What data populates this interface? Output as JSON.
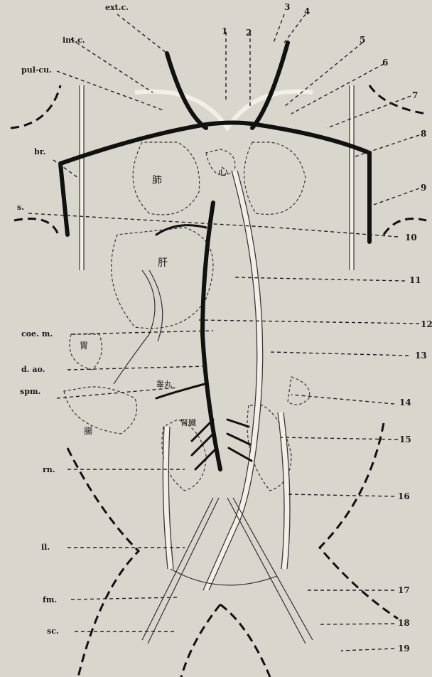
{
  "left_labels": {
    "ext_c": "ext.c.",
    "int_c": "int.c.",
    "pul_cu": "pul-cu.",
    "br": "br.",
    "s": "s.",
    "coe_m": "coe. m.",
    "d_ao": "d. ao.",
    "spm": "spm.",
    "rn": "rn.",
    "il": "il.",
    "fm": "fm.",
    "sc": "sc."
  },
  "right_numbers": [
    "1",
    "2",
    "3",
    "4",
    "5",
    "6",
    "7",
    "8",
    "9",
    "10",
    "11",
    "12",
    "13",
    "14",
    "15",
    "16",
    "17",
    "18",
    "19"
  ],
  "organ_labels": {
    "lung": "肺",
    "heart": "心",
    "liver": "肝",
    "stomach": "胃",
    "testis": "睾丸",
    "kidney": "腎臓",
    "intestine": "腸"
  }
}
